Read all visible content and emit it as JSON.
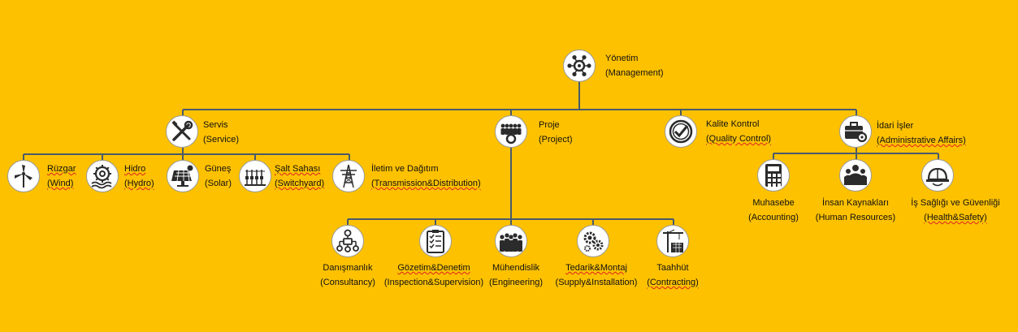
{
  "colors": {
    "background": "#FDC100",
    "connector": "#4A5A6A",
    "icon_fill": "#2b2b2b"
  },
  "root": {
    "name": "Yönetim",
    "sub": "(Management)",
    "icon": "gear-network-icon"
  },
  "level1": {
    "servis": {
      "name": "Servis",
      "sub": "(Service)",
      "icon": "wrench-screwdriver-icon"
    },
    "proje": {
      "name": "Proje",
      "sub": "(Project)",
      "icon": "team-gear-icon"
    },
    "kalite": {
      "name": "Kalite Kontrol",
      "sub": "(Quality Control)",
      "icon": "checkmark-badge-icon"
    },
    "idari": {
      "name": "İdari İşler",
      "sub": "(Administrative Affairs)",
      "icon": "briefcase-gear-icon"
    }
  },
  "service_children": [
    {
      "name": "Rüzgar",
      "sub": "(Wind)",
      "icon": "wind-turbine-icon"
    },
    {
      "name": "Hidro",
      "sub": "(Hydro)",
      "icon": "water-wheel-icon"
    },
    {
      "name": "Güneş",
      "sub": "(Solar)",
      "icon": "solar-panel-icon"
    },
    {
      "name": "Şalt Sahası",
      "sub": "(Switchyard)",
      "icon": "switchyard-icon"
    },
    {
      "name": "İletim ve Dağıtım",
      "sub": "(Transmission&Distribution)",
      "icon": "transmission-tower-icon"
    }
  ],
  "project_children": [
    {
      "name": "Danışmanlık",
      "sub": "(Consultancy)",
      "icon": "flow-diagram-icon"
    },
    {
      "name": "Gözetim&Denetim",
      "sub": "(Inspection&Supervision)",
      "icon": "checklist-icon"
    },
    {
      "name": "Mühendislik",
      "sub": "(Engineering)",
      "icon": "engineers-group-icon"
    },
    {
      "name": "Tedarik&Montaj",
      "sub": "(Supply&Installation)",
      "icon": "gears-icon"
    },
    {
      "name": "Taahhüt",
      "sub": "(Contracting)",
      "icon": "construction-crane-icon"
    }
  ],
  "admin_children": [
    {
      "name": "Muhasebe",
      "sub": "(Accounting)",
      "icon": "calculator-icon"
    },
    {
      "name": "İnsan Kaynakları",
      "sub": "(Human Resources)",
      "icon": "people-icon"
    },
    {
      "name": "İş Sağlığı ve Güvenliği",
      "sub": "(Health&Safety)",
      "icon": "hard-hat-icon"
    }
  ]
}
